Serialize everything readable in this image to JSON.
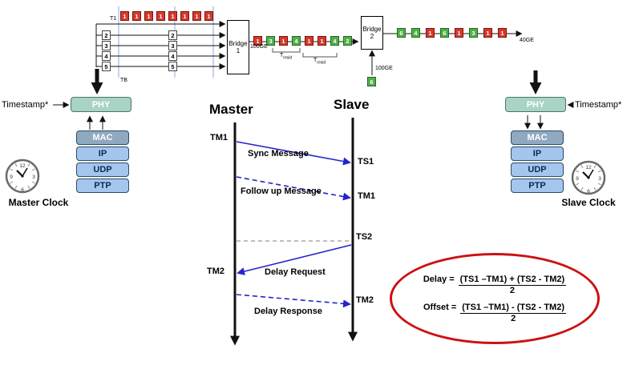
{
  "packet_flow": {
    "bridge1_label": "Bridge 1",
    "bridge2_label": "Bridge 2",
    "burst_packets": [
      {
        "n": "1",
        "c": "red"
      },
      {
        "n": "1",
        "c": "red"
      },
      {
        "n": "1",
        "c": "red"
      },
      {
        "n": "1",
        "c": "red"
      },
      {
        "n": "1",
        "c": "red"
      },
      {
        "n": "1",
        "c": "red"
      },
      {
        "n": "1",
        "c": "red"
      },
      {
        "n": "1",
        "c": "red"
      }
    ],
    "port_packets": [
      "2",
      "3",
      "4",
      "5"
    ],
    "stream1": [
      {
        "n": "1",
        "c": "red"
      },
      {
        "n": "3",
        "c": "green"
      },
      {
        "n": "1",
        "c": "red"
      },
      {
        "n": "4",
        "c": "green"
      },
      {
        "n": "1",
        "c": "red"
      },
      {
        "n": "1",
        "c": "red"
      },
      {
        "n": "4",
        "c": "green"
      },
      {
        "n": "2",
        "c": "green"
      }
    ],
    "stream2": [
      {
        "n": "6",
        "c": "green"
      },
      {
        "n": "4",
        "c": "green"
      },
      {
        "n": "1",
        "c": "red"
      },
      {
        "n": "6",
        "c": "green"
      },
      {
        "n": "1",
        "c": "red"
      },
      {
        "n": "3",
        "c": "green"
      },
      {
        "n": "1",
        "c": "red"
      },
      {
        "n": "1",
        "c": "red"
      }
    ],
    "port6_packet": {
      "n": "6",
      "c": "green"
    },
    "labels": {
      "t1": "T1",
      "tb": "TB",
      "ge100_a": "100GE",
      "ge100_b": "100GE",
      "ge40": "40GE",
      "tresid_base": "T",
      "tresid_sub": "resid"
    }
  },
  "master_stack": {
    "timestamp_label": "Timestamp*",
    "phy_label": "PHY",
    "layers": [
      "MAC",
      "IP",
      "UDP",
      "PTP"
    ],
    "clock_caption": "Master Clock"
  },
  "slave_stack": {
    "timestamp_label": "Timestamp*",
    "phy_label": "PHY",
    "layers": [
      "MAC",
      "IP",
      "UDP",
      "PTP"
    ],
    "clock_caption": "Slave Clock"
  },
  "sequence": {
    "master_title": "Master",
    "slave_title": "Slave",
    "tm1_master": "TM1",
    "ts1_slave": "TS1",
    "tm1_slave": "TM1",
    "ts2_slave": "TS2",
    "tm2_master": "TM2",
    "tm2_slave": "TM2",
    "sync_label": "Sync Message",
    "followup_label": "Follow up Message",
    "delay_request_label": "Delay Request",
    "delay_response_label": "Delay Response"
  },
  "formulas": {
    "delay_label": "Delay =",
    "delay_numerator": "(TS1 –TM1) + (TS2 - TM2)",
    "denominator": "2",
    "offset_label": "Offset =",
    "offset_numerator": "(TS1 –TM1) - (TS2 - TM2)"
  },
  "clock_numerals": {
    "n12": "12",
    "n3": "3",
    "n6": "6",
    "n9": "9"
  }
}
